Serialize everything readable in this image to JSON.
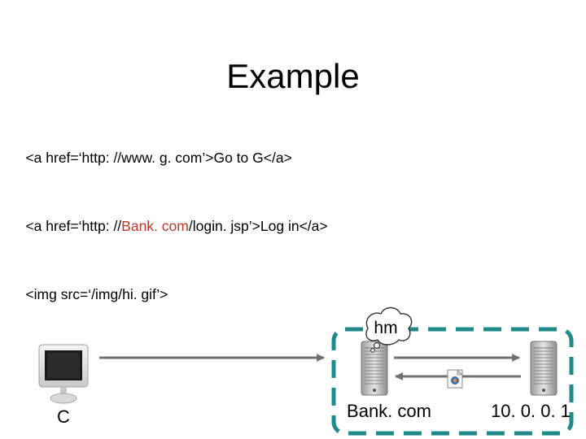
{
  "slide": {
    "title": "Example"
  },
  "code_lines": [
    {
      "before": "<a href=‘http: //www. g. com’>Go to G</a>",
      "highlight": "",
      "after": ""
    },
    {
      "before": "<a href=‘http: //",
      "highlight": "Bank. com",
      "after": "/login. jsp’>Log in</a>"
    },
    {
      "before": "<img src=‘/img/hi. gif’>",
      "highlight": "",
      "after": ""
    }
  ],
  "diagram": {
    "client_label": "C",
    "server1_label": "Bank. com",
    "server2_label": "10. 0. 0. 1",
    "thought_bubble": "hm",
    "icons": {
      "client": "computer-monitor-icon",
      "server1": "server-tower-icon",
      "server2": "server-tower-icon",
      "file": "gif-file-icon"
    },
    "colors": {
      "arrow": "#707070",
      "dashed_box": "#1f8a8a",
      "highlight": "#c0392b"
    }
  }
}
